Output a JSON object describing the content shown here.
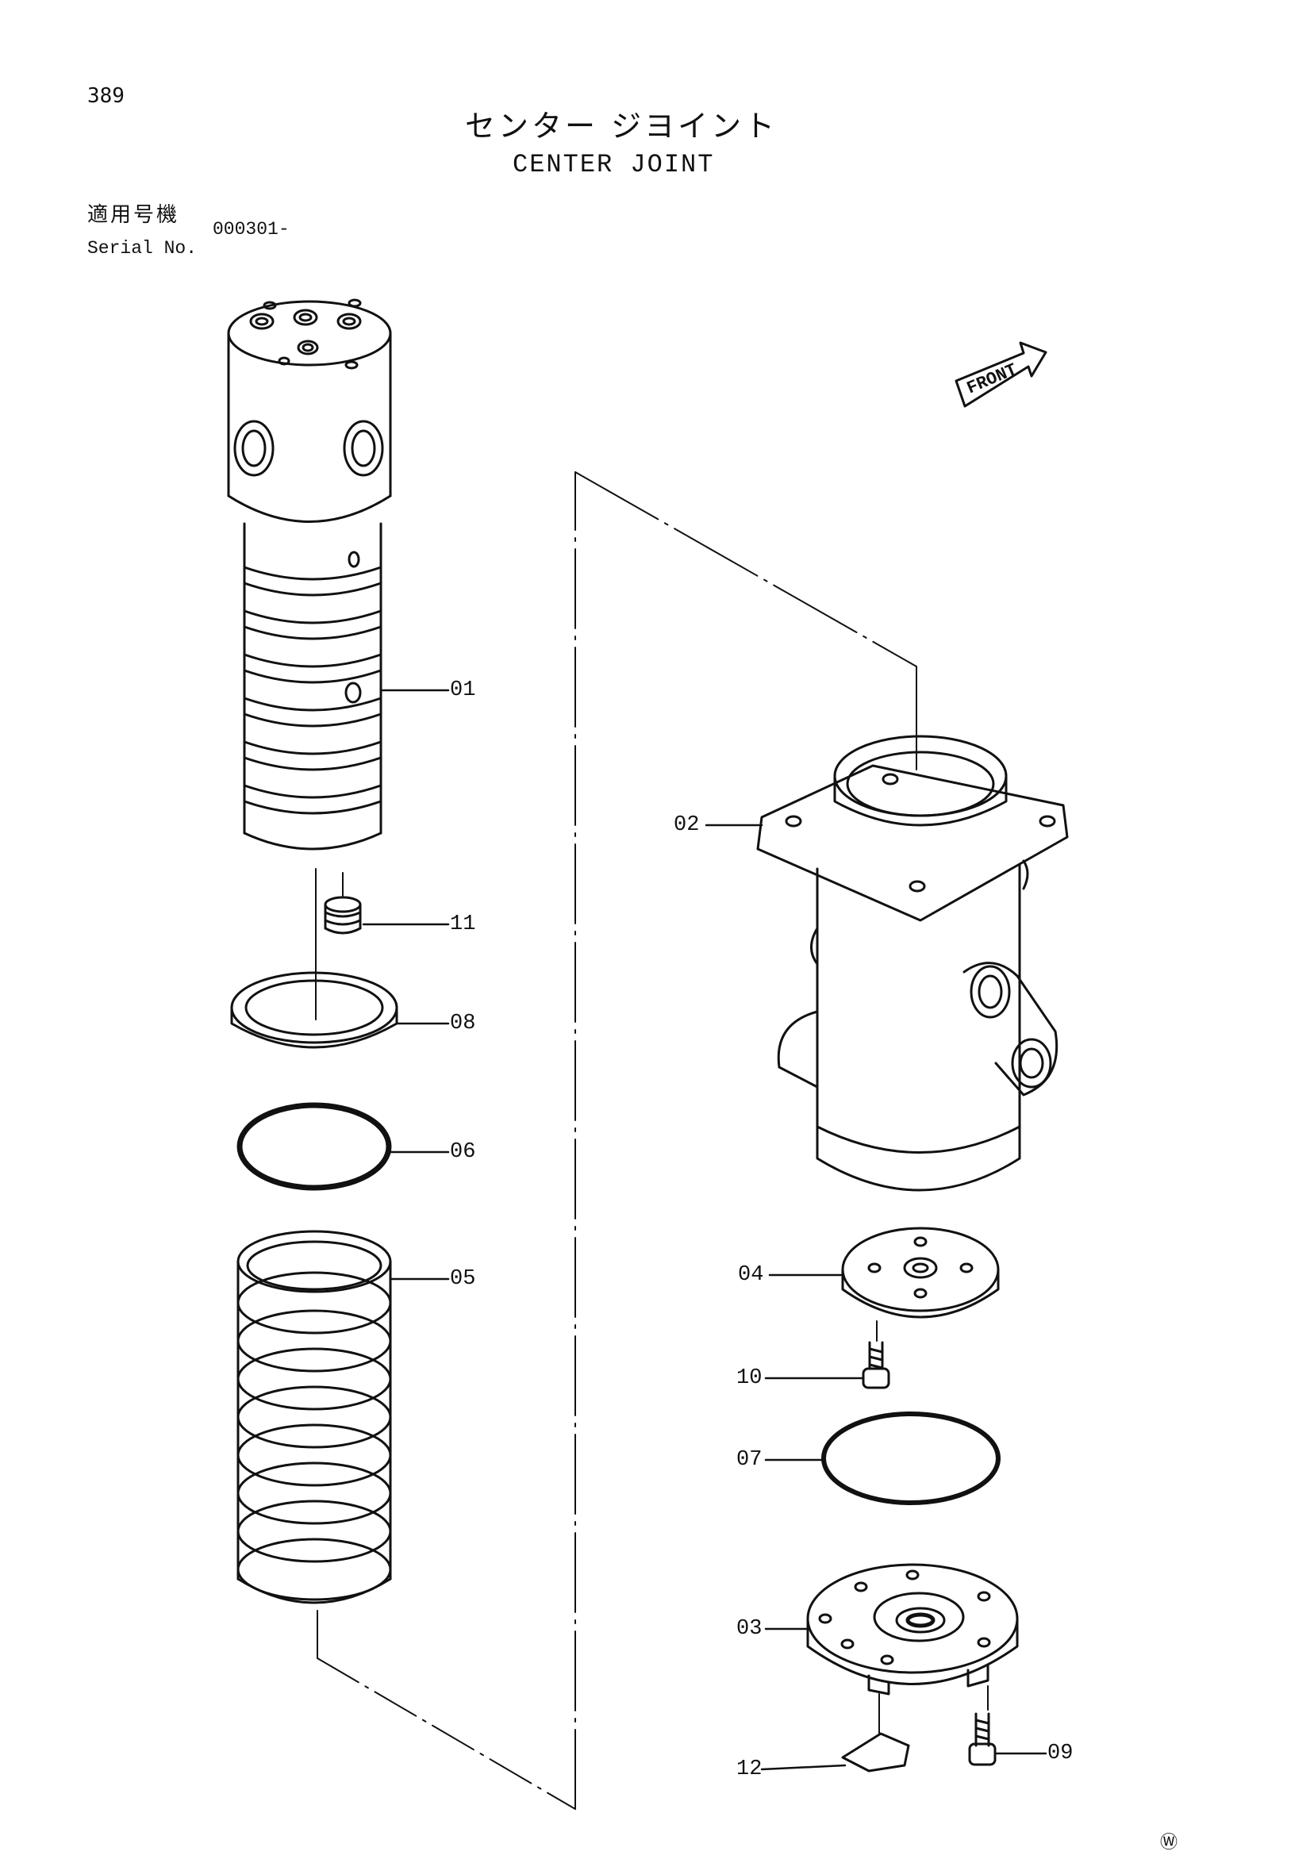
{
  "header": {
    "page_number": "389",
    "title_jp": "センター ジヨイント",
    "title_en": "CENTER JOINT",
    "serial_label_jp": "適用号機",
    "serial_label_en": "Serial No.",
    "serial_value": "000301-"
  },
  "orientation": {
    "label": "FRONT",
    "icon": "front-arrow-icon"
  },
  "callouts": {
    "p01": "01",
    "p02": "02",
    "p03": "03",
    "p04": "04",
    "p05": "05",
    "p06": "06",
    "p07": "07",
    "p08": "08",
    "p09": "09",
    "p10": "10",
    "p11": "11",
    "p12": "12"
  },
  "parts": [
    {
      "no": "01",
      "icon": "spindle-icon"
    },
    {
      "no": "02",
      "icon": "body-housing-icon"
    },
    {
      "no": "03",
      "icon": "cover-icon"
    },
    {
      "no": "04",
      "icon": "plate-icon"
    },
    {
      "no": "05",
      "icon": "seal-stack-icon"
    },
    {
      "no": "06",
      "icon": "o-ring-icon"
    },
    {
      "no": "07",
      "icon": "o-ring-icon"
    },
    {
      "no": "08",
      "icon": "ring-icon"
    },
    {
      "no": "09",
      "icon": "bolt-icon"
    },
    {
      "no": "10",
      "icon": "bolt-icon"
    },
    {
      "no": "11",
      "icon": "plug-icon"
    },
    {
      "no": "12",
      "icon": "lock-plate-icon"
    }
  ],
  "watermark": "Ⓦ"
}
